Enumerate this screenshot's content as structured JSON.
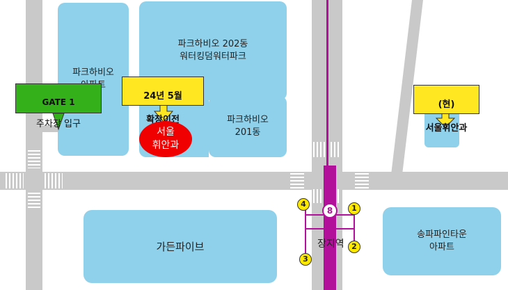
{
  "colors": {
    "road": "#c9c9c9",
    "building": "#8fd0ea",
    "subway_line_8": "#b2109a",
    "gate_callout": "#34b11a",
    "notice_callout": "#ffe822",
    "office_marker": "#f00000",
    "exit_marker": "#ffe800"
  },
  "buildings": {
    "parkhabio_apt": "파크하비오\n아파트",
    "parkhabio_202": "파크하비오 202동\n워터킹덤워터파크",
    "parkhabio_201": "파크하비오\n201동",
    "garden_five": "가든파이브",
    "songpa_pine_town": "송파파인타운\n아파트"
  },
  "callouts": {
    "gate": {
      "line1": "GATE 1",
      "line2": "주차장 입구"
    },
    "relocation": {
      "line1": "24년 5월",
      "line2": "확장이전"
    },
    "current": {
      "line1": "(현)",
      "line2": "서울휘안과"
    }
  },
  "office_marker": {
    "label": "서울\n휘안과"
  },
  "station": {
    "line_number": "8",
    "name": "장지역"
  },
  "exits": [
    "1",
    "2",
    "3",
    "4"
  ],
  "icons": [
    "arrow-down-icon",
    "arrow-down-icon",
    "arrow-down-icon"
  ]
}
